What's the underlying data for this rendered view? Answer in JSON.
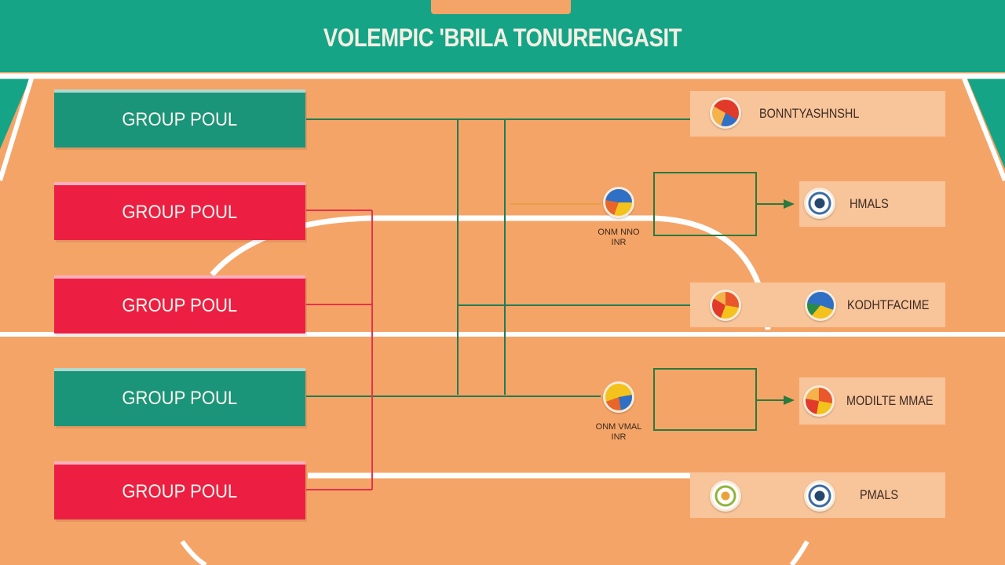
{
  "header": {
    "title": "VOLEMPIC 'BRILA TONURENGASIT"
  },
  "pools": [
    {
      "label": "GROUP POUL",
      "color": "#1a957a"
    },
    {
      "label": "GROUP POUL",
      "color": "#ec1f43"
    },
    {
      "label": "GROUP POUL",
      "color": "#ec1f43"
    },
    {
      "label": "GROUP POUL",
      "color": "#1a957a"
    },
    {
      "label": "GROUP POUL",
      "color": "#ec1f43"
    }
  ],
  "matches": [
    {
      "label_line1": "ONM NNO",
      "label_line2": "INR",
      "icon": "volleyball-icon"
    },
    {
      "label_line1": "ONM VMAL",
      "label_line2": "INR",
      "icon": "volleyball-icon"
    }
  ],
  "results": [
    {
      "label": "BONNTYASHNSHL",
      "icon": "volleyball-icon"
    },
    {
      "label": "HMALS",
      "icon": "soccer-ball-icon"
    },
    {
      "label": "KODHTFACIME",
      "icon": "volleyball-icon"
    },
    {
      "label": "MODILTE MMAE",
      "icon": "volleyball-icon"
    },
    {
      "label": "PMALS",
      "icon": "soccer-ball-icon"
    }
  ],
  "colors": {
    "court": "#f5a468",
    "header": "#16a486",
    "pool_green": "#1a957a",
    "pool_red": "#ec1f43",
    "connector_green": "#1f7d55",
    "connector_red": "#e4334b",
    "panel": "#f8c49a"
  }
}
